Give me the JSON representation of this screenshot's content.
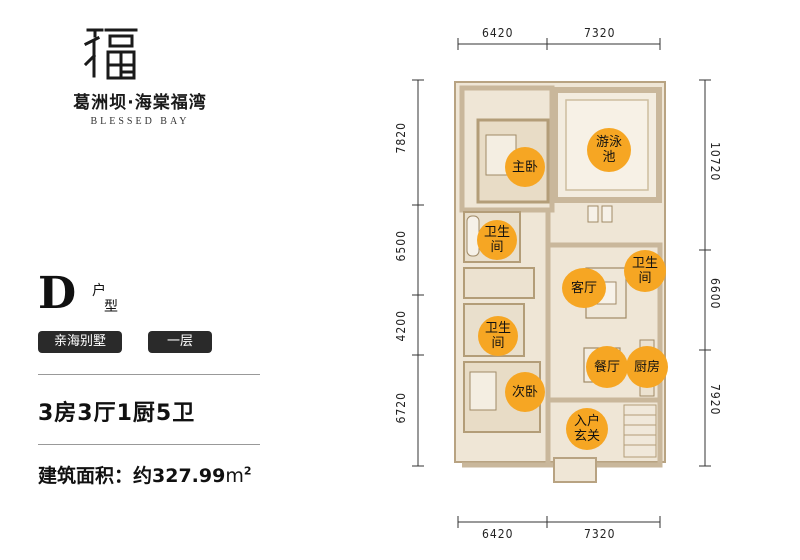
{
  "brand": {
    "name": "葛洲坝·海棠福湾",
    "name_en": "BLESSED BAY",
    "logo_icon": "fu-character-logo-icon"
  },
  "unit": {
    "letter": "D",
    "word_1": "户",
    "word_2": "型",
    "tag_1": "亲海别墅",
    "tag_2": "一层",
    "rooms": "3房3厅1厨5卫",
    "area_prefix": "建筑面积：约327.99",
    "area_unit": "m",
    "area_sup": "2"
  },
  "dimensions": {
    "top": [
      "6420",
      "7320"
    ],
    "bottom": [
      "6420",
      "7320"
    ],
    "left": [
      "7820",
      "6500",
      "4200",
      "6720"
    ],
    "right": [
      "10720",
      "6600",
      "7920"
    ]
  },
  "rooms": {
    "master_bedroom": "主卧",
    "pool_1": "游泳",
    "pool_2": "池",
    "bath_a_1": "卫生",
    "bath_a_2": "间",
    "living": "客厅",
    "bath_b_1": "卫生",
    "bath_b_2": "间",
    "bath_c_1": "卫生",
    "bath_c_2": "间",
    "dining": "餐厅",
    "kitchen": "厨房",
    "second_bedroom": "次卧",
    "entry_1": "入户",
    "entry_2": "玄关"
  },
  "colors": {
    "badge": "#f6a623",
    "wall": "#c9b79b",
    "floor": "#efe6d6"
  }
}
